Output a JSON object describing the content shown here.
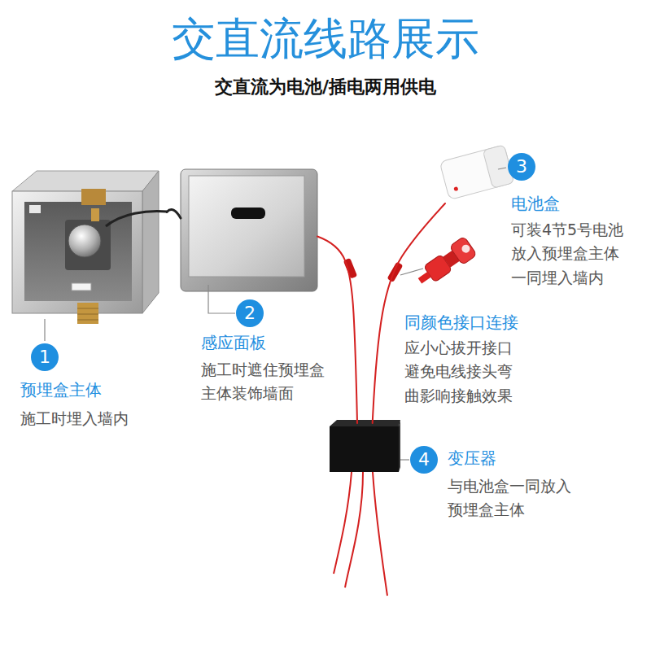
{
  "diagram": {
    "title": "交直流线路展示",
    "nodes": [
      {
        "text": [
          "预埋盒主体",
          "施工时埋入墙内"
        ]
      },
      {
        "text": [
          "感应面板",
          "施工时遮住预埋盒 主体装饰墙面"
        ]
      },
      {
        "text": [
          "电池盒",
          "可装4节5号电池 放入预埋盒主体 一同埋入墙内"
        ]
      },
      {
        "text": [
          "同颜色接口连接",
          "应小心拔开接口 避免电线接头弯 曲影响接触效果"
        ]
      },
      {
        "text": [
          "变压器",
          "与电池盒一同放入 预埋盒主体"
        ]
      }
    ],
    "edges": [
      {
        "from": 0,
        "to": 1,
        "arrow": "none"
      },
      {
        "from": 1,
        "to": 4,
        "arrow": "none"
      },
      {
        "from": 2,
        "to": 4,
        "arrow": "none"
      }
    ],
    "labels": [
      "交直流为电池/插电两用供电",
      "1",
      "2",
      "3",
      "4"
    ]
  }
}
